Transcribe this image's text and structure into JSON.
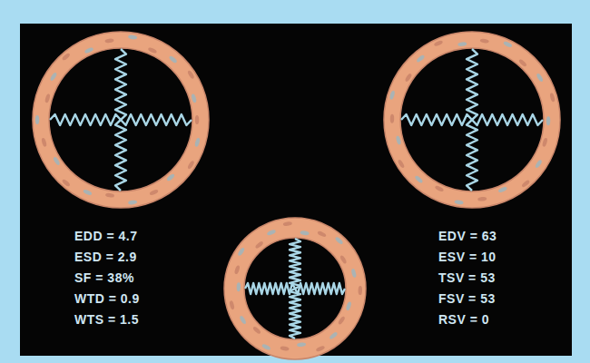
{
  "diagram": {
    "labels": [
      "EDD = 4.7",
      "ESD = 2.9",
      "SF = 38%",
      "WTD = 0.9",
      "WTS = 1.5",
      "EDV = 63",
      "ESV = 10",
      "TSV = 53",
      "FSV = 53",
      "RSV = 0"
    ]
  }
}
